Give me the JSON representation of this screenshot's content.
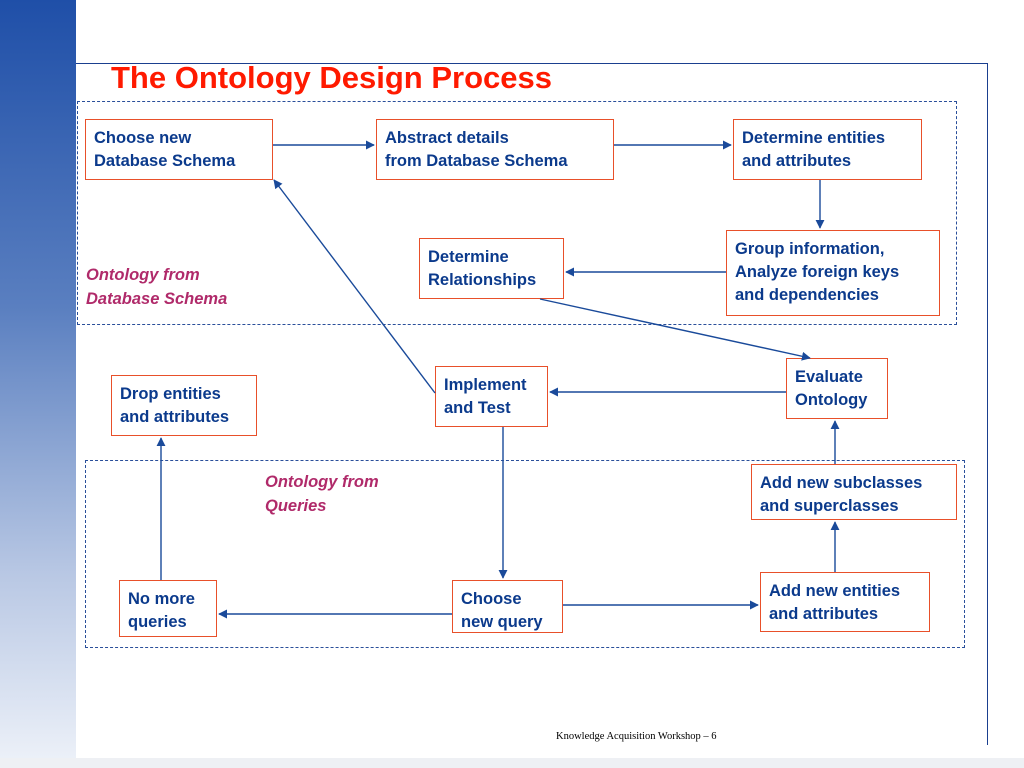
{
  "title": "The Ontology Design Process",
  "regions": {
    "schema_label": "Ontology from\nDatabase Schema",
    "queries_label": "Ontology from\nQueries"
  },
  "boxes": {
    "choose_schema": "Choose new\nDatabase Schema",
    "abstract_details": "Abstract details\nfrom Database Schema",
    "determine_entities": "Determine entities\nand attributes",
    "group_info": "Group information,\nAnalyze foreign keys\nand dependencies",
    "determine_relationships": "Determine\nRelationships",
    "evaluate": "Evaluate\nOntology",
    "implement": "Implement\nand Test",
    "drop_entities": "Drop entities\nand attributes",
    "add_subclasses": "Add new subclasses\nand superclasses",
    "add_entities": "Add new entities\nand attributes",
    "choose_query": "Choose\nnew query",
    "no_more": "No more\nqueries"
  },
  "footer": "Knowledge Acquisition  Workshop – 6",
  "colors": {
    "title": "#ff1a00",
    "box_border": "#e8502a",
    "box_text": "#0b3a8c",
    "arrow": "#1a4a9a",
    "region_label": "#b02a6a"
  }
}
